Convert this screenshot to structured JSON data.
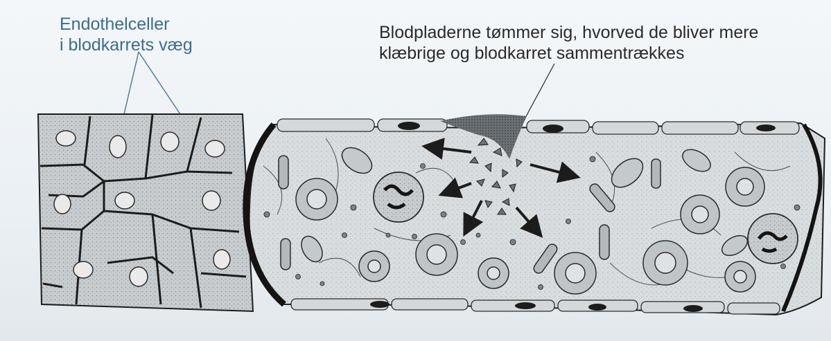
{
  "labels": {
    "endothelial": {
      "line1": "Endothelceller",
      "line2": "i blodkarrets væg"
    },
    "platelets": {
      "line1": "Blodpladerne tømmer sig, hvorved de bliver mere",
      "line2": "klæbrige og blodkarret sammentrækkes"
    }
  },
  "colors": {
    "ink": "#1c1c1c",
    "shade": "#9aa0a4",
    "label_blue": "#3b6d8f",
    "label_dark": "#2a2a2a",
    "paper": "#eef3f7"
  }
}
